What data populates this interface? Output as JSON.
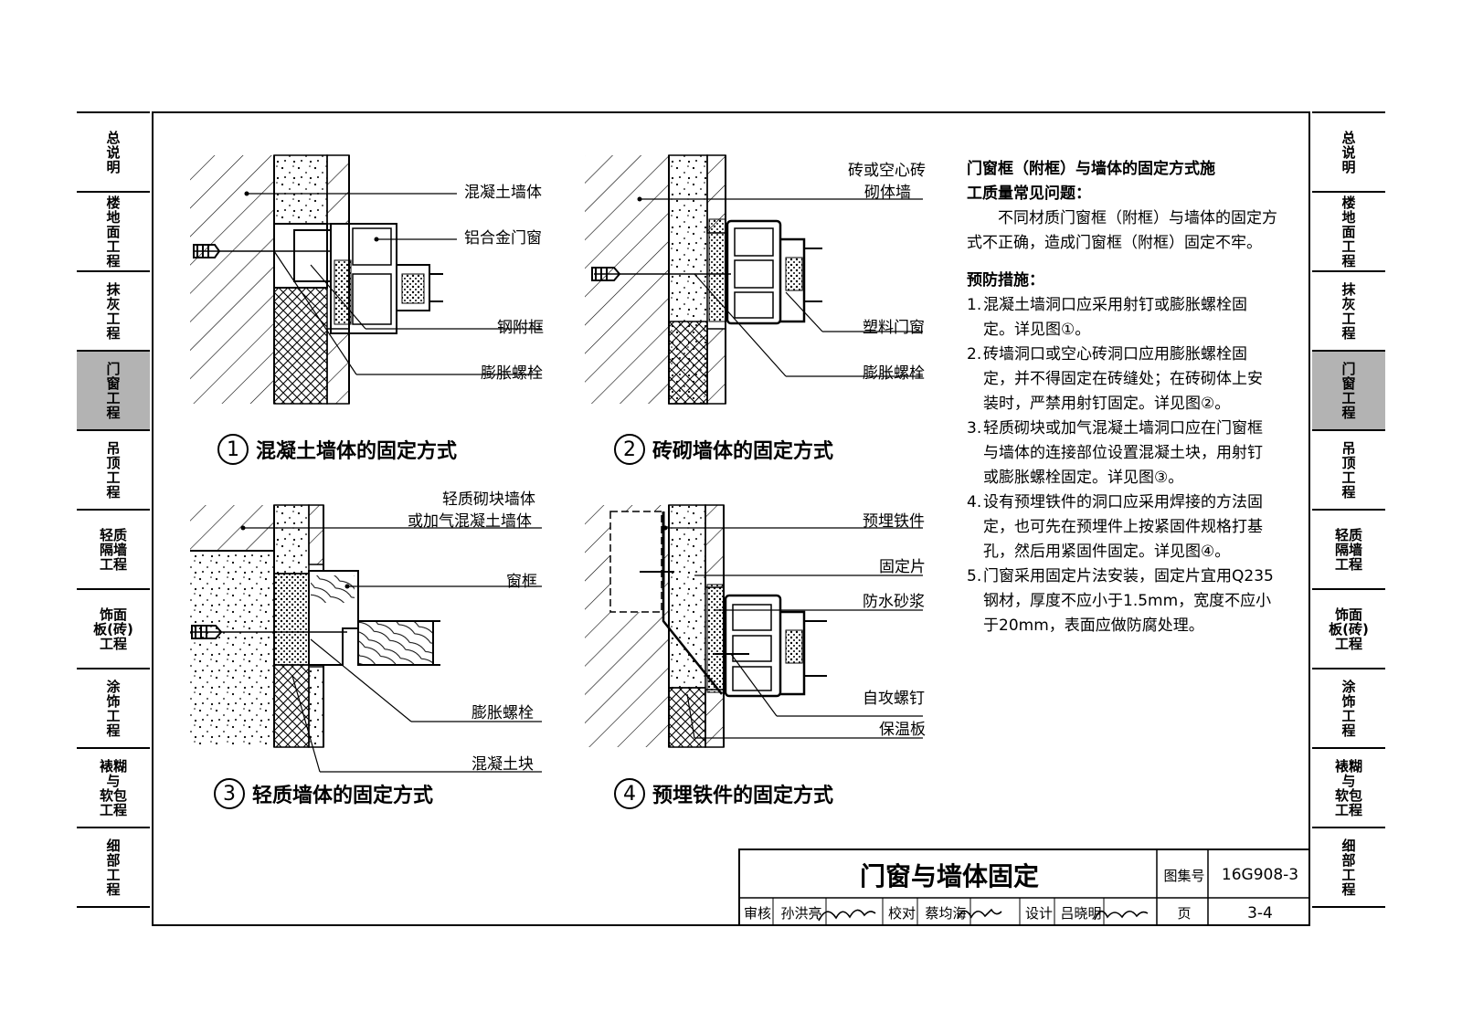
{
  "left_tabs": [
    {
      "label": "总\n说\n明",
      "active": false
    },
    {
      "label": "楼\n地\n面\n工\n程",
      "active": false
    },
    {
      "label": "抹\n灰\n工\n程",
      "active": false
    },
    {
      "label": "门\n窗\n工\n程",
      "active": true
    },
    {
      "label": "吊\n顶\n工\n程",
      "active": false
    },
    {
      "label": "轻质\n隔墙\n工程",
      "active": false
    },
    {
      "label": "饰面\n板(砖)\n工程",
      "active": false
    },
    {
      "label": "涂\n饰\n工\n程",
      "active": false
    },
    {
      "label": "裱糊\n与\n软包\n工程",
      "active": false
    },
    {
      "label": "细\n部\n工\n程",
      "active": false
    }
  ],
  "right_tabs": [
    {
      "label": "总\n说\n明",
      "active": false
    },
    {
      "label": "楼\n地\n面\n工\n程",
      "active": false
    },
    {
      "label": "抹\n灰\n工\n程",
      "active": false
    },
    {
      "label": "门\n窗\n工\n程",
      "active": true
    },
    {
      "label": "吊\n顶\n工\n程",
      "active": false
    },
    {
      "label": "轻质\n隔墙\n工程",
      "active": false
    },
    {
      "label": "饰面\n板(砖)\n工程",
      "active": false
    },
    {
      "label": "涂\n饰\n工\n程",
      "active": false
    },
    {
      "label": "裱糊\n与\n软包\n工程",
      "active": false
    },
    {
      "label": "细\n部\n工\n程",
      "active": false
    }
  ],
  "detail1": {
    "number": "1",
    "caption": "混凝土墙体的固定方式",
    "labels": {
      "wall": "混凝土墙体",
      "window": "铝合金门窗",
      "subframe": "钢附框",
      "bolt": "膨胀螺栓"
    }
  },
  "detail2": {
    "number": "2",
    "caption": "砖砌墙体的固定方式",
    "labels": {
      "wall_line1": "砖或空心砖",
      "wall_line2": "砌体墙",
      "window": "塑料门窗",
      "bolt": "膨胀螺栓"
    }
  },
  "detail3": {
    "number": "3",
    "caption": "轻质墙体的固定方式",
    "labels": {
      "wall_line1": "轻质砌块墙体",
      "wall_line2": "或加气混凝土墙体",
      "frame": "窗框",
      "bolt": "膨胀螺栓",
      "block": "混凝土块"
    }
  },
  "detail4": {
    "number": "4",
    "caption": "预埋铁件的固定方式",
    "labels": {
      "embedded": "预埋铁件",
      "plate": "固定片",
      "mortar": "防水砂浆",
      "screw": "自攻螺钉",
      "insulation": "保温板"
    }
  },
  "notes": {
    "heading_line1": "门窗框（附框）与墙体的固定方式施",
    "heading_line2": "工质量常见问题：",
    "problem": "不同材质门窗框（附框）与墙体的固定方式不正确，造成门窗框（附框）固定不牢。",
    "prevention_heading": "预防措施：",
    "items": [
      {
        "num": "1.",
        "text": "混凝土墙洞口应采用射钉或膨胀螺栓固定。详见图①。"
      },
      {
        "num": "2.",
        "text": "砖墙洞口或空心砖洞口应用膨胀螺栓固定，并不得固定在砖缝处；在砖砌体上安装时，严禁用射钉固定。详见图②。"
      },
      {
        "num": "3.",
        "text": "轻质砌块或加气混凝土墙洞口应在门窗框与墙体的连接部位设置混凝土块，用射钉或膨胀螺栓固定。详见图③。"
      },
      {
        "num": "4.",
        "text": "设有预埋铁件的洞口应采用焊接的方法固定，也可先在预埋件上按紧固件规格打基孔，然后用紧固件固定。详见图④。"
      },
      {
        "num": "5.",
        "text": "门窗采用固定片法安装，固定片宜用Q235钢材，厚度不应小于1.5mm，宽度不应小于20mm，表面应做防腐处理。"
      }
    ]
  },
  "title_block": {
    "title": "门窗与墙体固定",
    "atlas_label": "图集号",
    "atlas_no": "16G908-3",
    "review_label": "审核",
    "reviewer": "孙洪亮",
    "check_label": "校对",
    "checker": "蔡均海",
    "design_label": "设计",
    "designer": "吕晓明",
    "page_label": "页",
    "page_no": "3-4"
  }
}
